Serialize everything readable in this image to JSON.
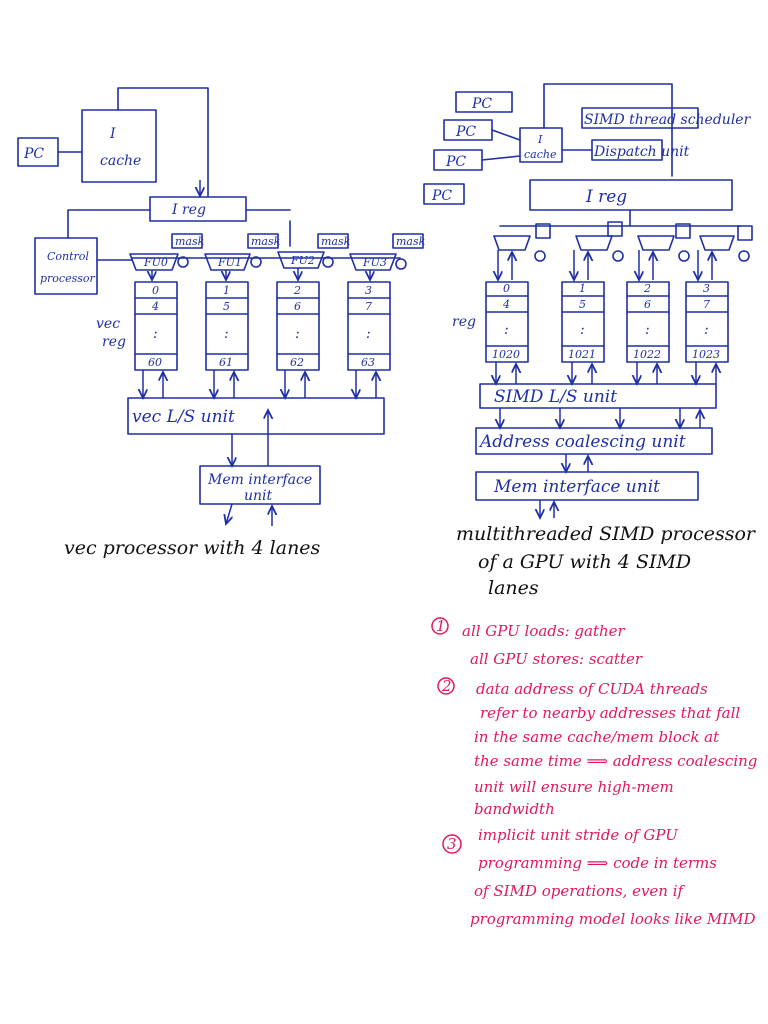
{
  "left_diagram": {
    "pc": "PC",
    "icache_line1": "I",
    "icache_line2": "cache",
    "ireg": "I reg",
    "control_line1": "Control",
    "control_line2": "processor",
    "fu_labels": [
      "FU0",
      "FU1",
      "FU2",
      "FU3"
    ],
    "mask": "mask",
    "lane_tops": [
      "0",
      "1",
      "2",
      "3"
    ],
    "lane_seconds": [
      "4",
      "5",
      "6",
      "7"
    ],
    "lane_dots": [
      ":",
      ":",
      ":",
      ":"
    ],
    "lane_bottoms": [
      "60",
      "61",
      "62",
      "63"
    ],
    "vec_reg_line1": "vec",
    "vec_reg_line2": "reg",
    "ls_unit": "vec L/S unit",
    "mem_line1": "Mem interface",
    "mem_line2": "unit",
    "caption": "vec processor with 4 lanes"
  },
  "right_diagram": {
    "pcs": [
      "PC",
      "PC",
      "PC",
      "PC"
    ],
    "icache_line1": "I",
    "icache_line2": "cache",
    "scheduler": "SIMD thread scheduler",
    "dispatch": "Dispatch unit",
    "ireg": "I reg",
    "reg": "reg",
    "lane_tops": [
      "0",
      "1",
      "2",
      "3"
    ],
    "lane_seconds": [
      "4",
      "5",
      "6",
      "7"
    ],
    "lane_dots": [
      ":",
      ":",
      ":",
      ":"
    ],
    "lane_bottoms": [
      "1020",
      "1021",
      "1022",
      "1023"
    ],
    "ls_unit": "SIMD L/S unit",
    "coalescing": "Address coalescing unit",
    "mem": "Mem interface unit",
    "caption_line1": "multithreaded SIMD processor",
    "caption_line2": "of a GPU with 4 SIMD",
    "caption_line3": "lanes"
  },
  "notes": {
    "n1_marker": "1",
    "n1_line1": "all GPU loads: gather",
    "n1_line2": "all GPU stores: scatter",
    "n2_marker": "2",
    "n2_line1": "data address of CUDA threads",
    "n2_line2": "refer to nearby addresses that fall",
    "n2_line3": "in the same cache/mem block at",
    "n2_line4": "the same time ⟹ address coalescing",
    "n2_line5": "unit will ensure high-mem",
    "n2_line6": "bandwidth",
    "n3_marker": "3",
    "n3_line1": "implicit unit stride of GPU",
    "n3_line2": "programming ⟹ code in terms",
    "n3_line3": "of SIMD operations, even if",
    "n3_line4": "programming model looks like MIMD"
  },
  "colors": {
    "ink_blue": "#1f2fa6",
    "ink_black": "#111111",
    "ink_pink": "#e0195f"
  }
}
